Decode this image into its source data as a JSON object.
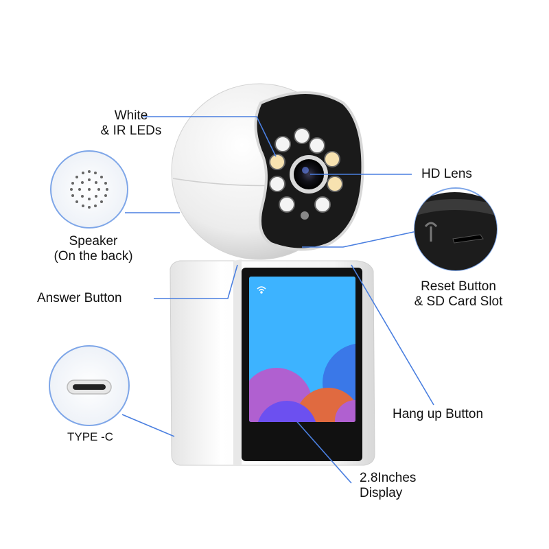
{
  "labels": {
    "leds_line1": "White",
    "leds_line2": "& IR LEDs",
    "hd_lens": "HD Lens",
    "speaker_line1": "Speaker",
    "speaker_line2": "(On the back)",
    "answer_button": "Answer Button",
    "reset_line1": "Reset Button",
    "reset_line2": "& SD Card Slot",
    "hang_up_button": "Hang up Button",
    "type_c": "TYPE -C",
    "display_line1": "2.8Inches",
    "display_line2": "Display"
  },
  "colors": {
    "callout_line": "#4a7fe0",
    "callout_circle_border": "#7ea6e8",
    "body_white": "#f2f2f2",
    "face_black": "#1a1a1a",
    "screen_blue": "#3db3ff"
  },
  "icons": [
    "wifi-icon",
    "speaker-grille-icon",
    "usb-c-port-icon",
    "reset-pinhole-icon",
    "sd-slot-icon"
  ]
}
